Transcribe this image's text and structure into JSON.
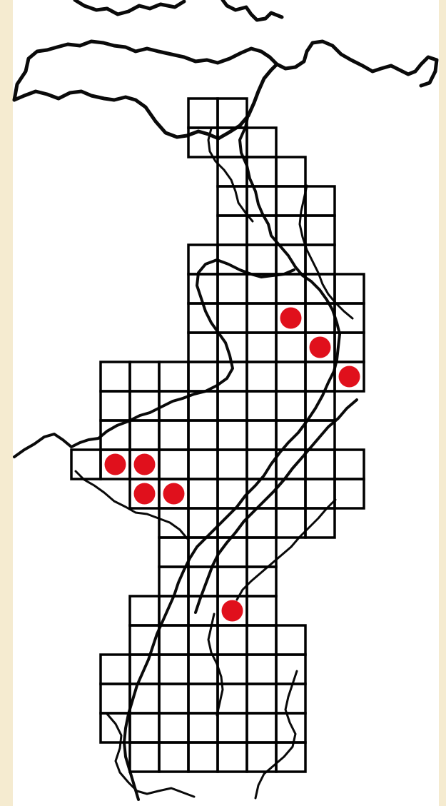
{
  "map": {
    "colors": {
      "background": "#f5ebd0",
      "paper": "#ffffff",
      "grid": "#000000",
      "boundaries": "#0a0a0a",
      "record_dot": "#e0101c"
    },
    "survey_grid": {
      "rows": [
        {
          "row": 0,
          "cols": [
            6,
            7
          ]
        },
        {
          "row": 1,
          "cols": [
            6,
            7,
            8
          ]
        },
        {
          "row": 2,
          "cols": [
            7,
            8,
            9
          ]
        },
        {
          "row": 3,
          "cols": [
            7,
            8,
            9,
            10
          ]
        },
        {
          "row": 4,
          "cols": [
            7,
            8,
            9,
            10
          ]
        },
        {
          "row": 5,
          "cols": [
            6,
            7,
            8,
            9,
            10
          ]
        },
        {
          "row": 6,
          "cols": [
            6,
            7,
            8,
            9,
            10,
            11
          ]
        },
        {
          "row": 7,
          "cols": [
            6,
            7,
            8,
            9,
            10,
            11
          ]
        },
        {
          "row": 8,
          "cols": [
            6,
            7,
            8,
            9,
            10,
            11
          ]
        },
        {
          "row": 9,
          "cols": [
            3,
            4,
            5,
            6,
            7,
            8,
            9,
            10,
            11
          ]
        },
        {
          "row": 10,
          "cols": [
            3,
            4,
            5,
            6,
            7,
            8,
            9,
            10
          ]
        },
        {
          "row": 11,
          "cols": [
            3,
            4,
            5,
            6,
            7,
            8,
            9,
            10
          ]
        },
        {
          "row": 12,
          "cols": [
            2,
            3,
            4,
            5,
            6,
            7,
            8,
            9,
            10,
            11
          ]
        },
        {
          "row": 13,
          "cols": [
            4,
            5,
            6,
            7,
            8,
            9,
            10,
            11
          ]
        },
        {
          "row": 14,
          "cols": [
            5,
            6,
            7,
            8,
            9,
            10
          ]
        },
        {
          "row": 15,
          "cols": [
            5,
            6,
            7,
            8
          ]
        },
        {
          "row": 16,
          "cols": [
            5,
            6,
            7,
            8
          ]
        },
        {
          "row": 17,
          "cols": [
            4,
            5,
            6,
            7,
            8
          ]
        },
        {
          "row": 18,
          "cols": [
            4,
            5,
            6,
            7,
            8,
            9
          ]
        },
        {
          "row": 19,
          "cols": [
            3,
            4,
            5,
            6,
            7,
            8,
            9
          ]
        },
        {
          "row": 20,
          "cols": [
            3,
            4,
            5,
            6,
            7,
            8,
            9
          ]
        },
        {
          "row": 21,
          "cols": [
            3,
            4,
            5,
            6,
            7,
            8,
            9
          ]
        },
        {
          "row": 22,
          "cols": [
            4,
            5,
            6,
            7,
            8,
            9
          ]
        }
      ]
    },
    "records": [
      {
        "row": 7,
        "col": 9
      },
      {
        "row": 8,
        "col": 10
      },
      {
        "row": 9,
        "col": 11
      },
      {
        "row": 12,
        "col": 3
      },
      {
        "row": 12,
        "col": 4
      },
      {
        "row": 13,
        "col": 4
      },
      {
        "row": 13,
        "col": 5
      },
      {
        "row": 17,
        "col": 7
      }
    ]
  }
}
